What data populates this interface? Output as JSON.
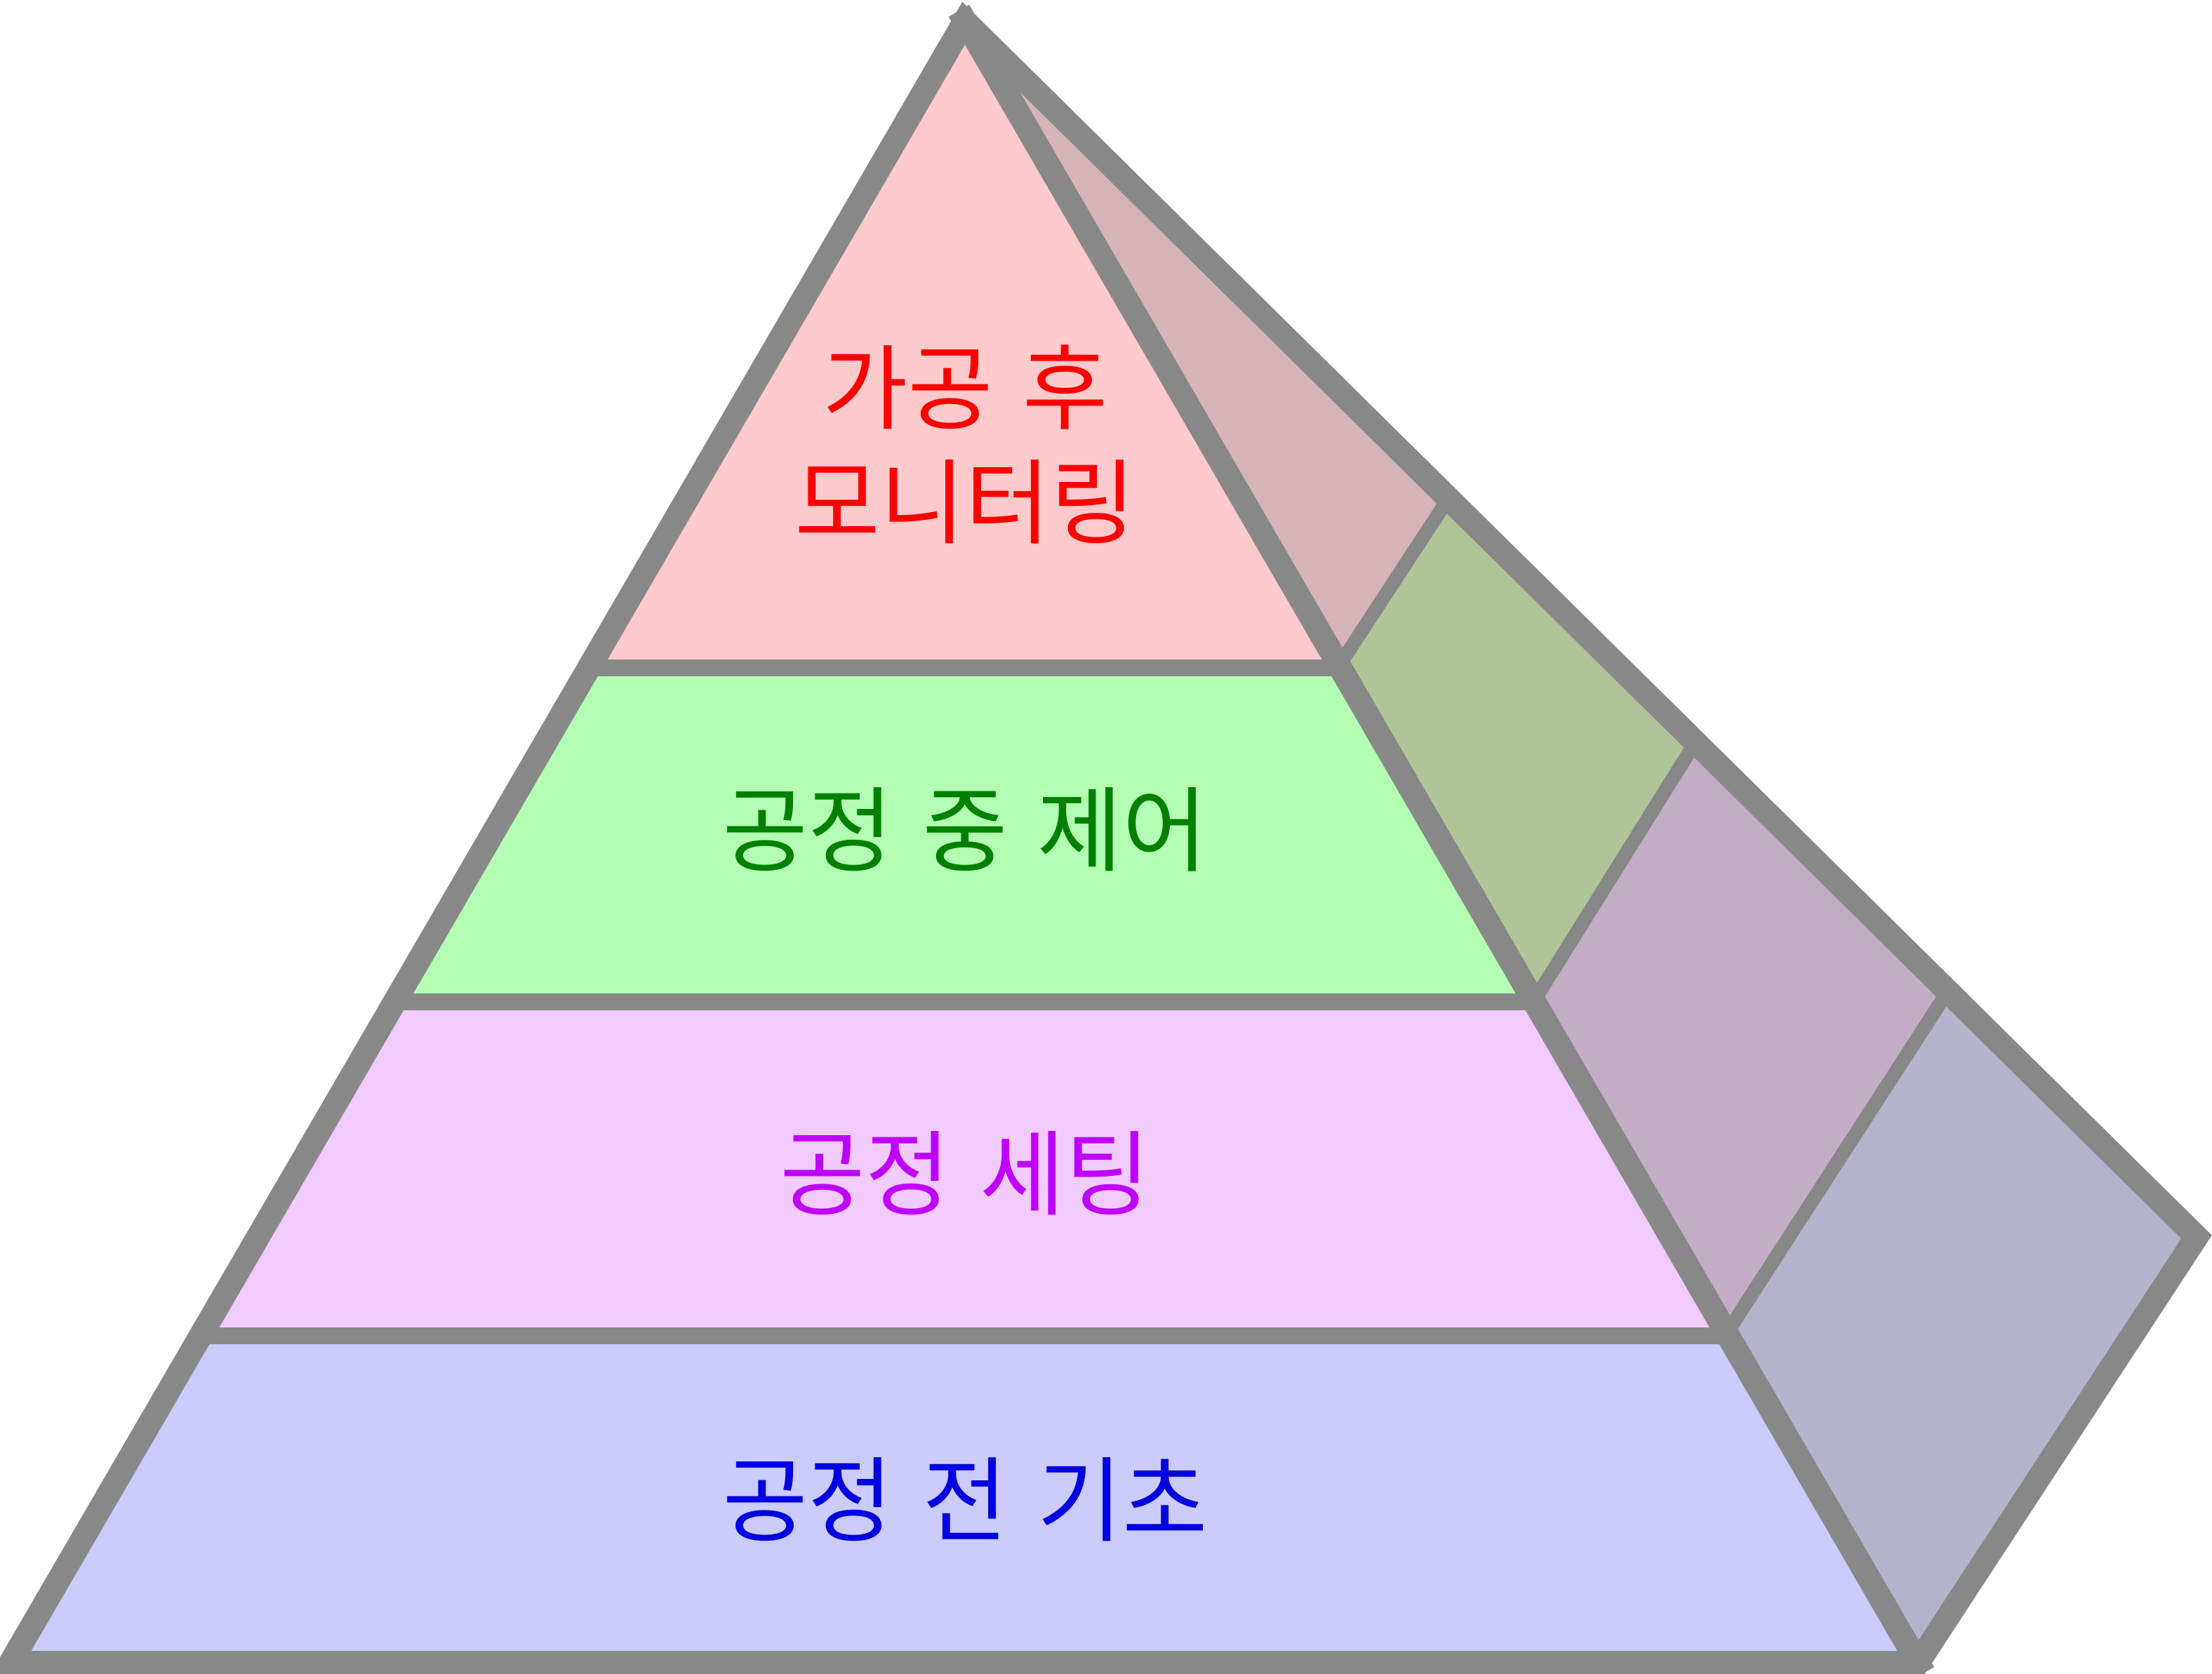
{
  "diagram": {
    "type": "pyramid",
    "outline_color": "#888888",
    "layers": [
      {
        "lines": [
          "가공 후",
          "모니터링"
        ],
        "text_color": "#ff0000",
        "front_fill": "#fecacb",
        "side_fill": "#d4b4b8"
      },
      {
        "lines": [
          "공정 중 제어"
        ],
        "text_color": "#008000",
        "front_fill": "#b3feb3",
        "side_fill": "#afc598"
      },
      {
        "lines": [
          "공정 세팅"
        ],
        "text_color": "#bf00ff",
        "front_fill": "#f1cafe",
        "side_fill": "#c3acc5"
      },
      {
        "lines": [
          "공정 전 기초"
        ],
        "text_color": "#0000e0",
        "front_fill": "#cbcbfe",
        "side_fill": "#b4b3cb"
      }
    ]
  }
}
